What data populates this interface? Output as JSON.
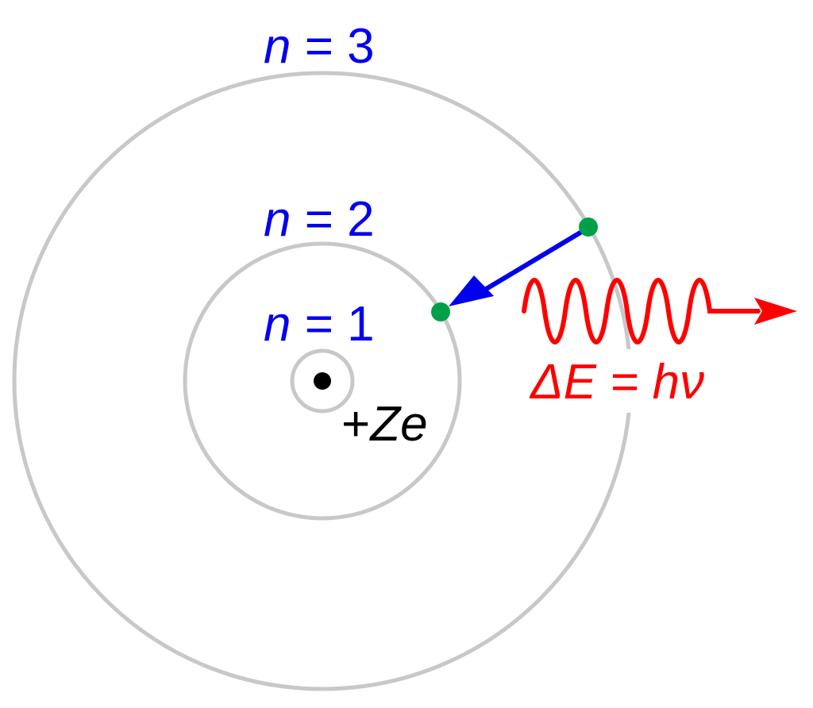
{
  "diagram": {
    "orbit_labels": [
      {
        "var": "n",
        "rest": " = 3"
      },
      {
        "var": "n",
        "rest": " = 2"
      },
      {
        "var": "n",
        "rest": " = 1"
      }
    ],
    "nucleus_label": {
      "sign": "+",
      "symbol": "Ze"
    },
    "photon_label": "ΔE = hν",
    "colors": {
      "orbit": "#c8c8c8",
      "electron": "#00a04a",
      "transition_arrow": "#0000ee",
      "photon": "#ff0000",
      "nucleus": "#000000",
      "labels": "#0000ee"
    }
  }
}
